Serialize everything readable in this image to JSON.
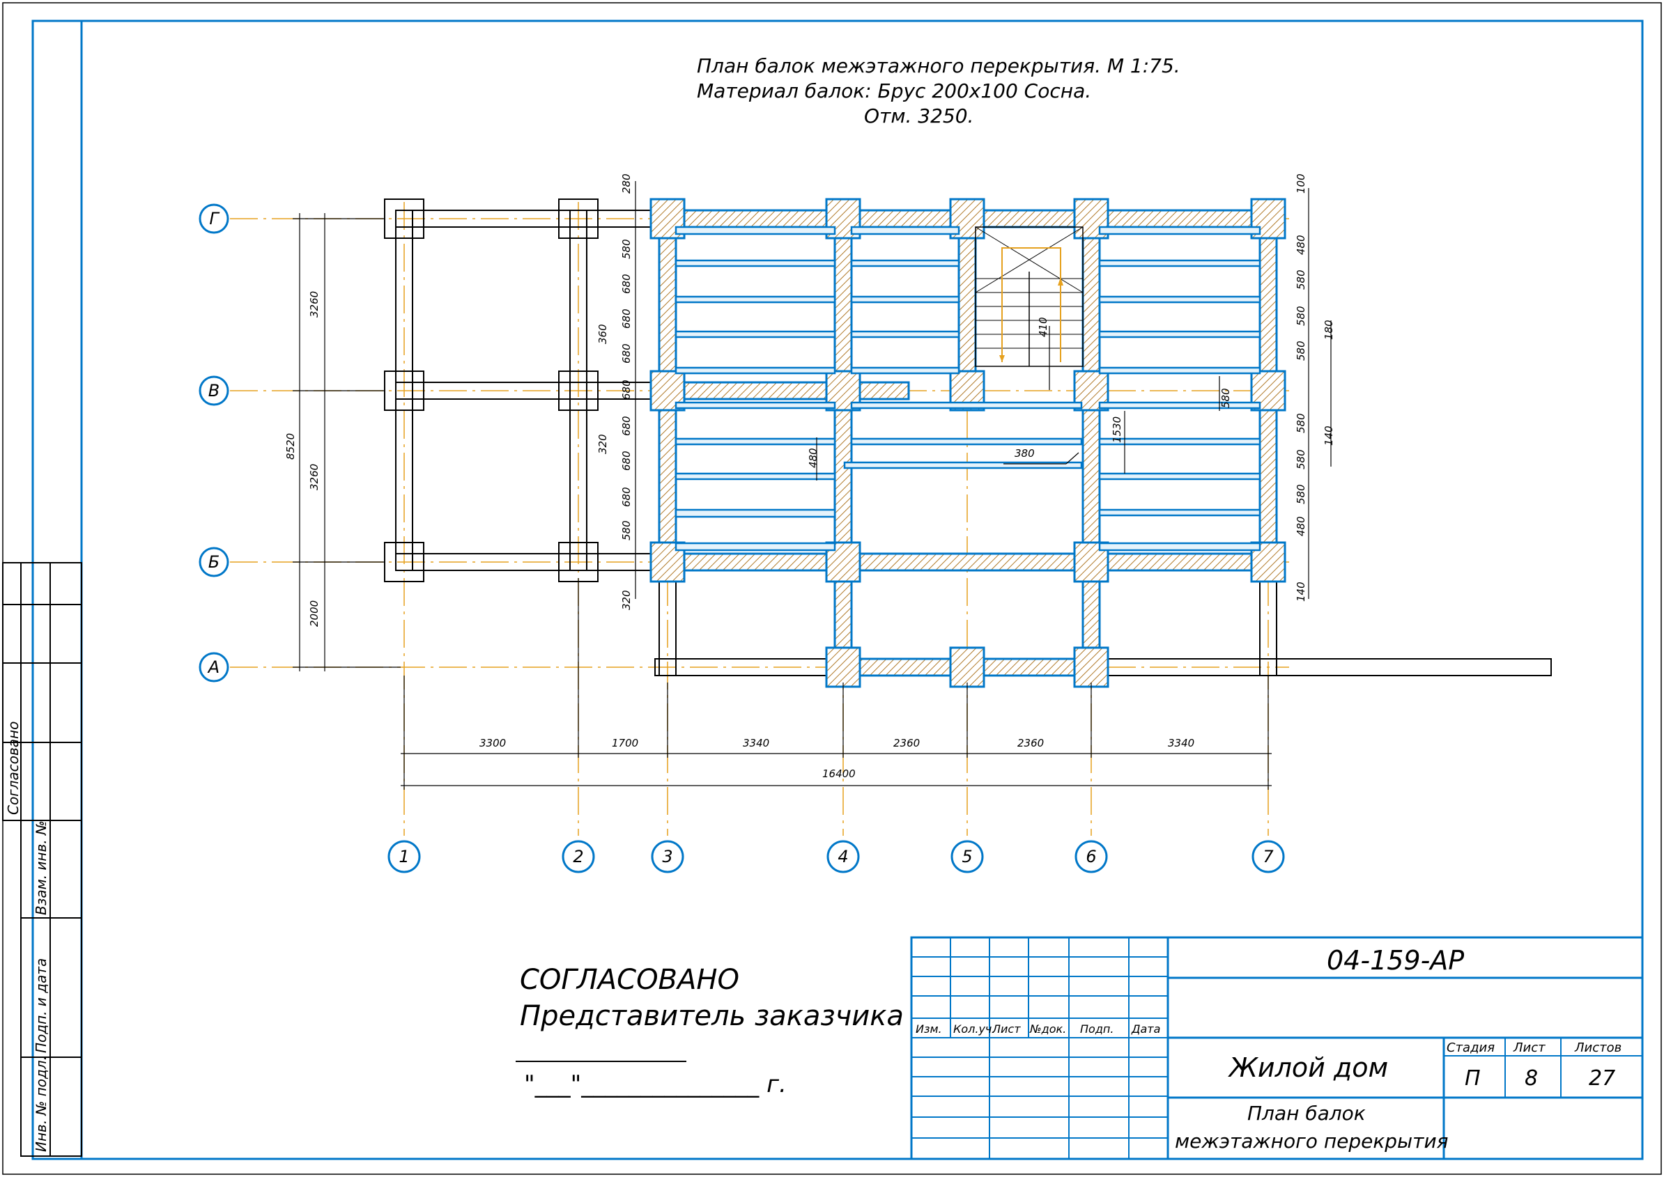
{
  "title": {
    "line1": "План балок межэтажного перекрытия. М 1:75.",
    "line2": "Материал балок: Брус 200х100 Сосна.",
    "line3": "Отм. 3250."
  },
  "axes": {
    "rows": [
      "Г",
      "В",
      "Б",
      "А"
    ],
    "cols": [
      "1",
      "2",
      "3",
      "4",
      "5",
      "6",
      "7"
    ]
  },
  "dimensions": {
    "bottom": [
      "3300",
      "1700",
      "3340",
      "2360",
      "2360",
      "3340"
    ],
    "total": "16400",
    "left_rows": [
      "3260",
      "3260",
      "2000"
    ],
    "left_total": "8520",
    "col3_left": [
      "280",
      "580",
      "680",
      "680",
      "360",
      "680",
      "680",
      "320",
      "680",
      "680",
      "680",
      "580",
      "320"
    ],
    "right": [
      "100",
      "480",
      "580",
      "580",
      "580",
      "180",
      "580",
      "140",
      "580",
      "580",
      "480",
      "140"
    ],
    "inner": [
      "410",
      "480",
      "380",
      "1530",
      "580"
    ]
  },
  "approval": {
    "side_label": "Согласовано",
    "heading": "СОГЛАСОВАНО",
    "subheading": "Представитель заказчика",
    "date_line": "\"___\"_______________ г."
  },
  "left_strip": {
    "vzam": "Взам. инв. №",
    "podp": "Подп. и дата",
    "inv": "Инв. № подл."
  },
  "title_block": {
    "code": "04-159-АР",
    "headers": [
      "Изм.",
      "Кол.уч.",
      "Лист",
      "№док.",
      "Подп.",
      "Дата"
    ],
    "object": "Жилой дом",
    "sheet_title_1": "План балок",
    "sheet_title_2": "межэтажного перекрытия",
    "stage_label": "Стадия",
    "sheet_label": "Лист",
    "sheets_label": "Листов",
    "stage": "П",
    "sheet": "8",
    "sheets": "27"
  }
}
